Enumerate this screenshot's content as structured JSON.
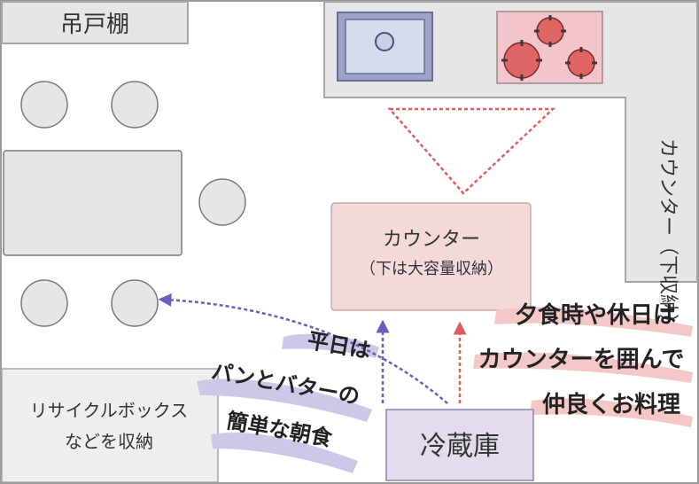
{
  "labels": {
    "cabinet": "吊戸棚",
    "counter_side": "カウンター（下収納）",
    "counter_center_line1": "カウンター",
    "counter_center_line2": "（下は大容量収納）",
    "recycle_line1": "リサイクルボックス",
    "recycle_line2": "などを収納",
    "fridge": "冷蔵庫"
  },
  "notes": {
    "weekday": [
      "平日は",
      "パンとバターの",
      "簡単な朝食"
    ],
    "weekend": [
      "夕食時や休日は",
      "カウンターを囲んで",
      "仲良くお料理"
    ]
  },
  "colors": {
    "furniture_fill": "#e6e6e6",
    "furniture_stroke": "#a6a6a6",
    "counter_fill": "#f4d9d9",
    "fridge_fill": "#e3dced",
    "stove_fill": "#f2c4cc",
    "burner": "#e06565",
    "red_dash": "#e05b5b",
    "purple_dash": "#6b5dbb",
    "brush_purple": "#cfc7e8",
    "brush_pink": "#f5c8c8",
    "sink_fill": "#c9cfe6",
    "sink_stroke": "#6b6f8f"
  }
}
